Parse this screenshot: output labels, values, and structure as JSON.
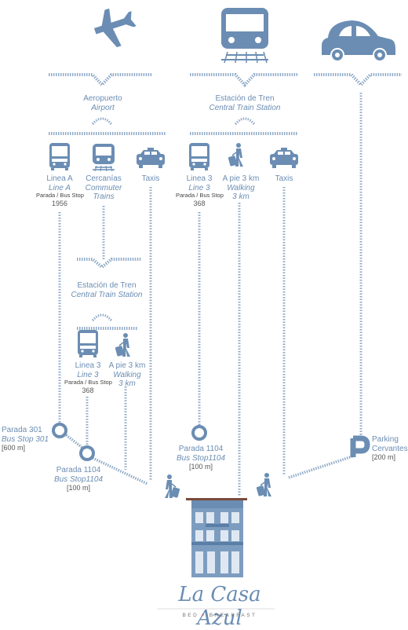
{
  "origins": {
    "airport": {
      "line1": "Aeropuerto",
      "line2": "Airport"
    },
    "train": {
      "line1": "Estación de Tren",
      "line2": "Central Train Station"
    },
    "car": {}
  },
  "airport_options": {
    "line_a": {
      "es": "Linea A",
      "en": "Line A",
      "stop": "Parada / Bus Stop",
      "num": "1956"
    },
    "cercanias": {
      "es": "Cercanías",
      "en1": "Commuter",
      "en2": "Trains"
    },
    "taxis": {
      "label": "Taxis"
    }
  },
  "train_options": {
    "line_3": {
      "es": "Linea 3",
      "en": "Line 3",
      "stop": "Parada / Bus Stop",
      "num": "368"
    },
    "walk": {
      "es": "A pie 3 km",
      "en1": "Walking",
      "en2": "3 km"
    },
    "taxis": {
      "label": "Taxis"
    }
  },
  "mid_station": {
    "line1": "Estación de Tren",
    "line2": "Central Train Station"
  },
  "mid_options": {
    "line_3": {
      "es": "Linea 3",
      "en": "Line 3",
      "stop": "Parada / Bus Stop",
      "num": "368"
    },
    "walk": {
      "es": "A pie 3 km",
      "en1": "Walking",
      "en2": "3 km"
    }
  },
  "stops": {
    "p301": {
      "es": "Parada 301",
      "en": "Bus Stop 301",
      "dist": "[600 m]"
    },
    "p1104_left": {
      "es": "Parada 1104",
      "en": "Bus Stop1104",
      "dist": "[100 m]"
    },
    "p1104_mid": {
      "es": "Parada 1104",
      "en": "Bus Stop1104",
      "dist": "[100 m]"
    },
    "parking": {
      "es": "Parking",
      "en": "Cervantes",
      "dist": "[200 m]"
    }
  },
  "brand": {
    "name": "La Casa Azul",
    "sub_left": "BED",
    "sub_dot": "•",
    "sub_right": "BREAKFAST"
  },
  "colors": {
    "primary": "#6b8db3",
    "line": "#8faac8",
    "roof": "#7a4a3a",
    "dot": "#c0392b"
  }
}
